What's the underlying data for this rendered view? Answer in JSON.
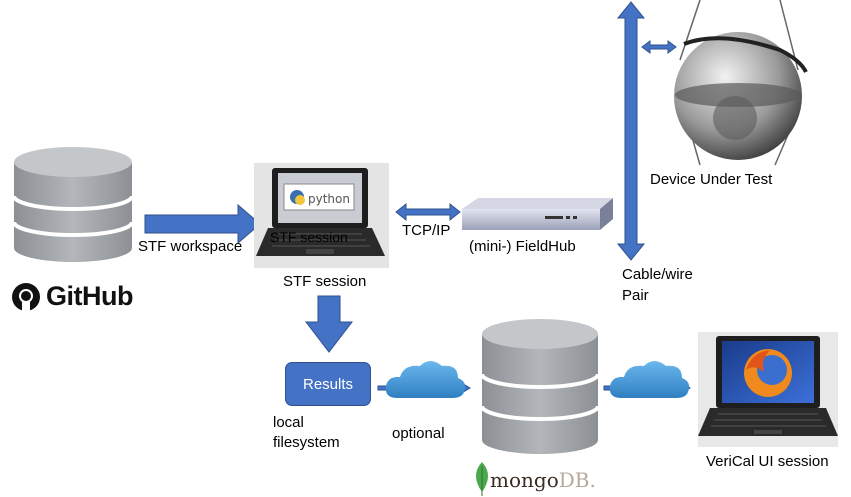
{
  "nodes": {
    "github": {
      "label": "GitHub"
    },
    "stf_workspace": {
      "label": "STF workspace"
    },
    "stf_session": {
      "label": "STF session",
      "overlay_label": "STF session",
      "screen_text": "python"
    },
    "tcpip": {
      "label": "TCP/IP"
    },
    "fieldhub": {
      "label": "(mini-) FieldHub"
    },
    "device": {
      "label": "Device Under Test"
    },
    "cable": {
      "label_line1": "Cable/wire",
      "label_line2": "Pair"
    },
    "results": {
      "label": "Results"
    },
    "local_fs": {
      "label_line1": "local",
      "label_line2": "filesystem"
    },
    "optional": {
      "label": "optional"
    },
    "mongodb": {
      "label_main": "mongo",
      "label_suffix": "DB."
    },
    "verical": {
      "label": "VeriCal UI session"
    }
  },
  "colors": {
    "arrow": "#4472c4",
    "arrow_outline": "#2f528f",
    "db_body": "#9fa3a8",
    "cloud": "#4a9bd8"
  },
  "icons": [
    "github-database-icon",
    "github-octocat-icon",
    "laptop-python-icon",
    "fieldhub-device-icon",
    "sphere-device-icon",
    "cloud-icon",
    "mongodb-database-icon",
    "mongodb-leaf-icon",
    "laptop-firefox-icon"
  ]
}
